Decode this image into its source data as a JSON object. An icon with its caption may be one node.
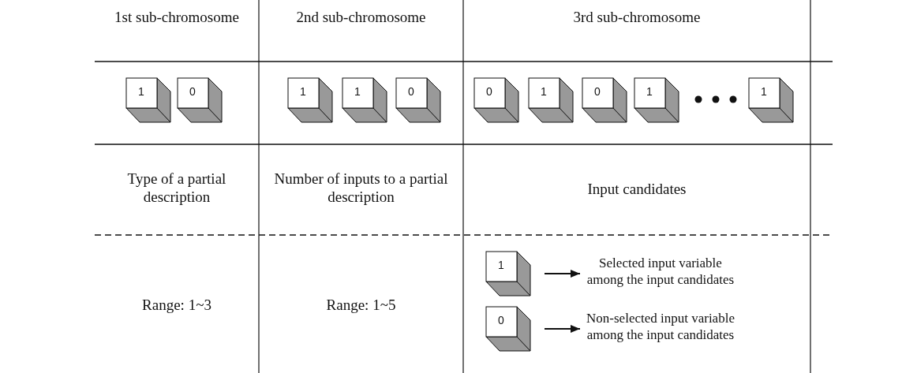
{
  "diagram": {
    "nodes": [
      {
        "text": [
          "1"
        ]
      },
      {
        "text": [
          "0"
        ]
      },
      {
        "text": [
          "1"
        ]
      },
      {
        "text": [
          "1"
        ]
      },
      {
        "text": [
          "0"
        ]
      },
      {
        "text": [
          "0"
        ]
      },
      {
        "text": [
          "1"
        ]
      },
      {
        "text": [
          "0"
        ]
      },
      {
        "text": [
          "1"
        ]
      },
      {
        "text": [
          "1"
        ]
      },
      {
        "text": [
          "1"
        ]
      },
      {
        "text": [
          "Selected input variable among the input candidates"
        ]
      },
      {
        "text": [
          "0"
        ]
      },
      {
        "text": [
          "Non-selected input variable among the input candidates"
        ]
      }
    ],
    "edges": [
      {
        "from": 10,
        "to": 11,
        "arrow": "to"
      },
      {
        "from": 12,
        "to": 13,
        "arrow": "to"
      }
    ],
    "labels": [
      "1st sub-chromosome",
      "2nd sub-chromosome",
      "3rd sub-chromosome",
      "Type of a partial description",
      "Number of inputs to a partial description",
      "Input candidates",
      "Range: 1~3",
      "Range: 1~5"
    ]
  }
}
